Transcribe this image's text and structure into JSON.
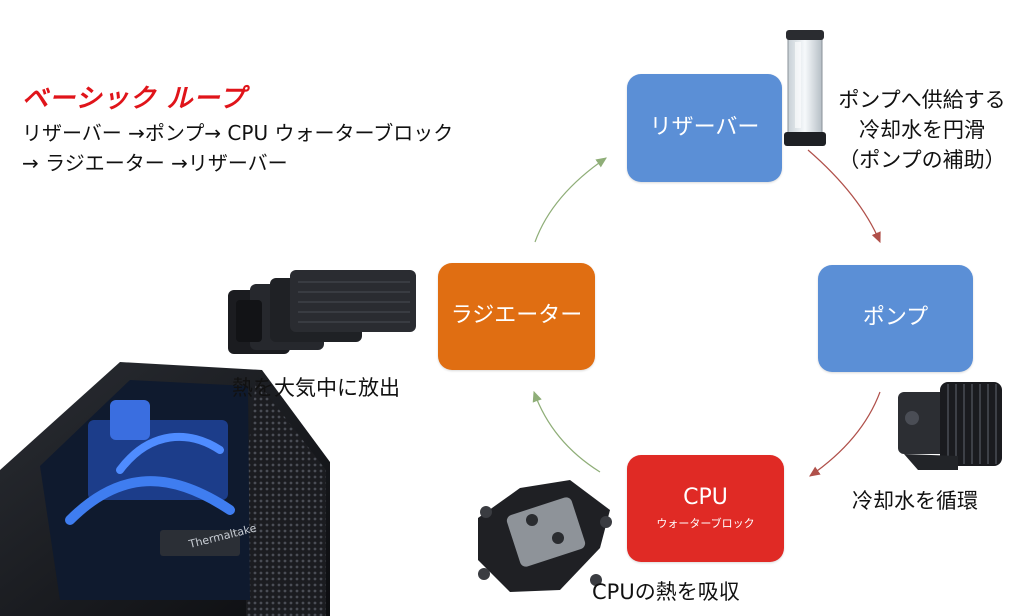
{
  "heading": {
    "title": "ベーシック ループ",
    "line1": "リザーバー →ポンプ→ CPU ウォーターブロック",
    "line2": "→ ラジエーター →リザーバー"
  },
  "nodes": {
    "reservoir": {
      "label": "リザーバー",
      "color": "#5b8fd6"
    },
    "pump": {
      "label": "ポンプ",
      "color": "#5b8fd6"
    },
    "cpu": {
      "label": "CPU",
      "sublabel": "ウォーターブロック",
      "color": "#e02a25"
    },
    "radiator": {
      "label": "ラジエーター",
      "color": "#e06e12"
    }
  },
  "captions": {
    "reservoir": [
      "ポンプへ供給する",
      "冷却水を円滑",
      "（ポンプの補助）"
    ],
    "pump": "冷却水を循環",
    "cpu": "CPUの熱を吸収",
    "radiator": "熱を大気中に放出"
  },
  "arrow_colors": {
    "to_pump": "#b0504a",
    "to_cpu": "#b0504a",
    "to_radiator": "#8fae78",
    "to_reservoir": "#8fae78"
  }
}
